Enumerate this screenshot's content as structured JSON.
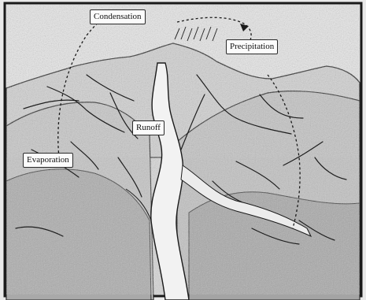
{
  "diagram": {
    "labels": {
      "condensation": "Condensation",
      "precipitation": "Precipitation",
      "runoff": "Runoff",
      "evaporation": "Evaporation"
    }
  }
}
